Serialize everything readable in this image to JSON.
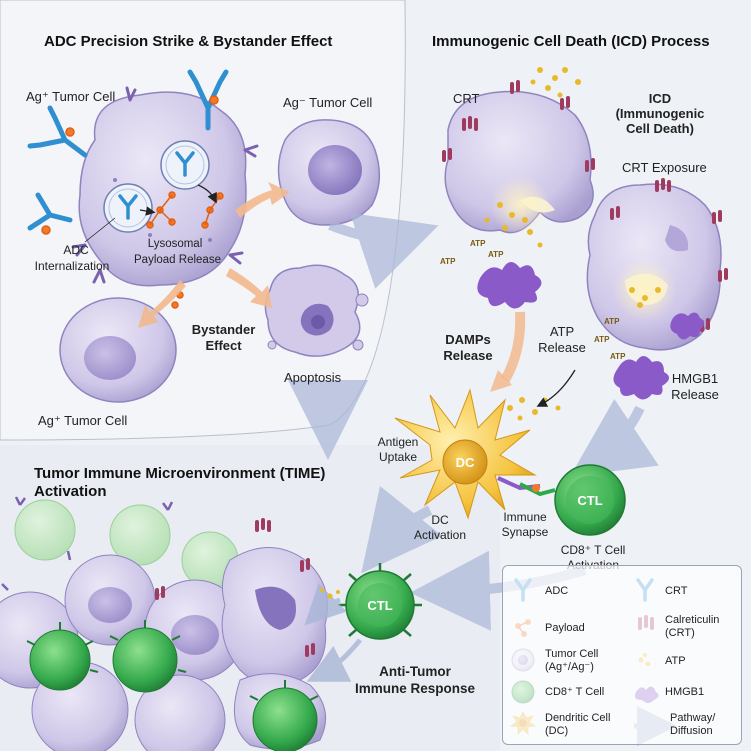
{
  "sections": {
    "adc": "ADC Precision Strike & Bystander Effect",
    "icd": "Immunogenic Cell Death (ICD) Process",
    "time_line1": "Tumor Immune Microenvironment (TIME)",
    "time_line2": "Activation"
  },
  "labels": {
    "ag_pos_top": "Ag⁺ Tumor Cell",
    "ag_neg": "Ag⁻ Tumor Cell",
    "adc_internalization_1": "ADC",
    "adc_internalization_2": "Internalization",
    "lysosomal_1": "Lysosomal",
    "lysosomal_2": "Payload Release",
    "bystander_1": "Bystander",
    "bystander_2": "Effect",
    "apoptosis": "Apoptosis",
    "ag_pos_bottom": "Ag⁺ Tumor Cell",
    "crt": "CRT",
    "icd_1": "ICD",
    "icd_2": "(Immunogenic",
    "icd_3": "Cell Death)",
    "crt_exposure": "CRT Exposure",
    "atp": "ATP",
    "damps_1": "DAMPs",
    "damps_2": "Release",
    "atp_release_1": "ATP",
    "atp_release_2": "Release",
    "hmgb1_release_1": "HMGB1",
    "hmgb1_release_2": "Release",
    "antigen_uptake_1": "Antigen",
    "antigen_uptake_2": "Uptake",
    "dc": "DC",
    "dc_activation_1": "DC",
    "dc_activation_2": "Activation",
    "immune_synapse_1": "Immune",
    "immune_synapse_2": "Synapse",
    "ctl": "CTL",
    "cd8_activation_1": "CD8⁺ T Cell",
    "cd8_activation_2": "Activation",
    "anti_tumor_1": "Anti-Tumor",
    "anti_tumor_2": "Immune Response"
  },
  "legend": {
    "adc": "ADC",
    "crt": "CRT",
    "payload": "Payload",
    "calreticulin_1": "Calreticulin",
    "calreticulin_2": "(CRT)",
    "tumor_1": "Tumor Cell",
    "tumor_2": "(Ag⁺/Ag⁻)",
    "atp": "ATP",
    "cd8": "CD8⁺ T Cell",
    "hmgb1": "HMGB1",
    "dc_1": "Dendritic Cell",
    "dc_2": "(DC)",
    "pathway_1": "Pathway/",
    "pathway_2": "Diffusion"
  },
  "colors": {
    "tumor": "#c9c1e3",
    "tumor_dark": "#8d7fc0",
    "nucleus": "#9a8bc9",
    "adc": "#2f8fd0",
    "payload": "#f07a2a",
    "crt": "#a03a5e",
    "atp": "#e8b92a",
    "hmgb1": "#8a5ac8",
    "ctl": "#2ea84a",
    "dc": "#f0b630",
    "arrow": "#a9b6d6",
    "arrow_orange": "#f2b98e"
  }
}
